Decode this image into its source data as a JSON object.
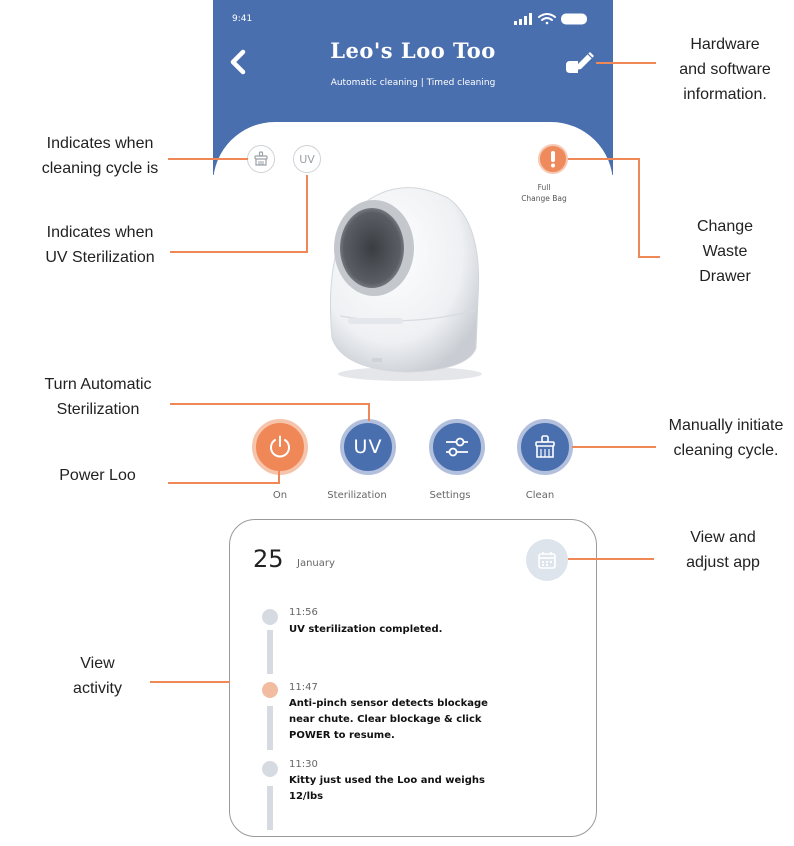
{
  "status_bar": {
    "time": "9:41"
  },
  "header": {
    "title": "Leo's Loo Too",
    "subtitle": "Automatic cleaning | Timed cleaning"
  },
  "status_indicators": {
    "uv_text": "UV",
    "warning_label_line1": "Full",
    "warning_label_line2": "Change Bag"
  },
  "controls": {
    "uv_text": "UV",
    "labels": [
      "On",
      "Sterilization",
      "Settings",
      "Clean"
    ]
  },
  "activity": {
    "day": "25",
    "month": "January",
    "events": [
      {
        "time": "11:56",
        "text": "UV sterilization completed."
      },
      {
        "time": "11:47",
        "text": "Anti-pinch sensor detects blockage near chute. Clear blockage & click POWER to resume."
      },
      {
        "time": "11:30",
        "text": "Kitty just used the Loo and weighs 12/lbs"
      }
    ]
  },
  "annotations": {
    "hardware": [
      "Hardware",
      "and software",
      "information."
    ],
    "cleaning_cycle": [
      "Indicates when",
      "cleaning cycle is"
    ],
    "uv_sterilization": [
      "Indicates when",
      "UV Sterilization"
    ],
    "change_drawer": [
      "Change",
      "Waste",
      "Drawer"
    ],
    "turn_auto": [
      "Turn Automatic",
      "Sterilization"
    ],
    "power": [
      "Power Loo"
    ],
    "manual_clean": [
      "Manually initiate",
      "cleaning cycle."
    ],
    "view_adjust": [
      "View and",
      "adjust app"
    ],
    "view_activity": [
      "View",
      "activity"
    ]
  },
  "colors": {
    "header_blue": "#4a6fae",
    "accent_orange": "#ef8756"
  }
}
